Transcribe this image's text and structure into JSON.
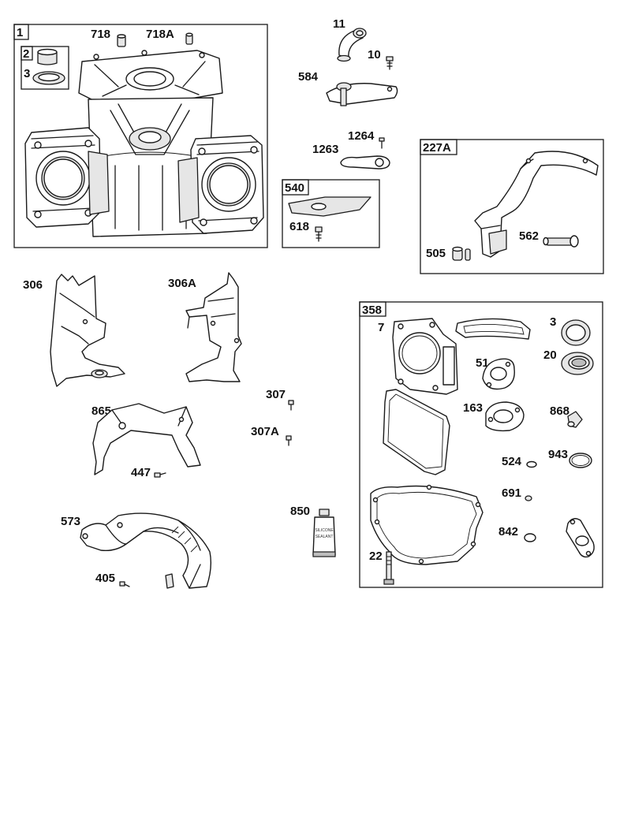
{
  "groups": {
    "g1": "1",
    "g2": "2",
    "g540": "540",
    "g227A": "227A",
    "g358": "358"
  },
  "labels": {
    "p718": "718",
    "p718A": "718A",
    "p3a": "3",
    "p11": "11",
    "p10": "10",
    "p584": "584",
    "p1264": "1264",
    "p1263": "1263",
    "p618": "618",
    "p505": "505",
    "p562": "562",
    "p306": "306",
    "p306A": "306A",
    "p307": "307",
    "p307A": "307A",
    "p865": "865",
    "p447": "447",
    "p573": "573",
    "p405": "405",
    "p850": "850",
    "p7": "7",
    "p3b": "3",
    "p20": "20",
    "p51": "51",
    "p163": "163",
    "p868": "868",
    "p524": "524",
    "p943": "943",
    "p691": "691",
    "p842": "842",
    "p22": "22"
  },
  "tube_text": {
    "line1": "SILICONE",
    "line2": "SEALANT"
  }
}
